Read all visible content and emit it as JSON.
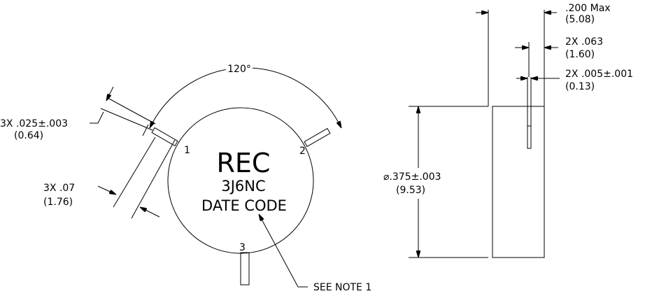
{
  "top_view": {
    "angle_label": "120°",
    "marking": {
      "line1": "REC",
      "line2": "3J6NC",
      "line3": "DATE CODE"
    },
    "pins": [
      "1",
      "2",
      "3"
    ],
    "pin_width_label": "3X .025±.003",
    "pin_width_metric": "(0.64)",
    "pin_length_label": "3X .07",
    "pin_length_metric": "(1.76)",
    "note_label": "SEE NOTE 1"
  },
  "side_view": {
    "height_label": ".200 Max",
    "height_metric": "(5.08)",
    "pin_offset_label": "2X .063",
    "pin_offset_metric": "(1.60)",
    "pin_thick_label": "2X .005±.001",
    "pin_thick_metric": "(0.13)",
    "diameter_label": "⌀.375±.003",
    "diameter_metric": "(9.53)"
  }
}
